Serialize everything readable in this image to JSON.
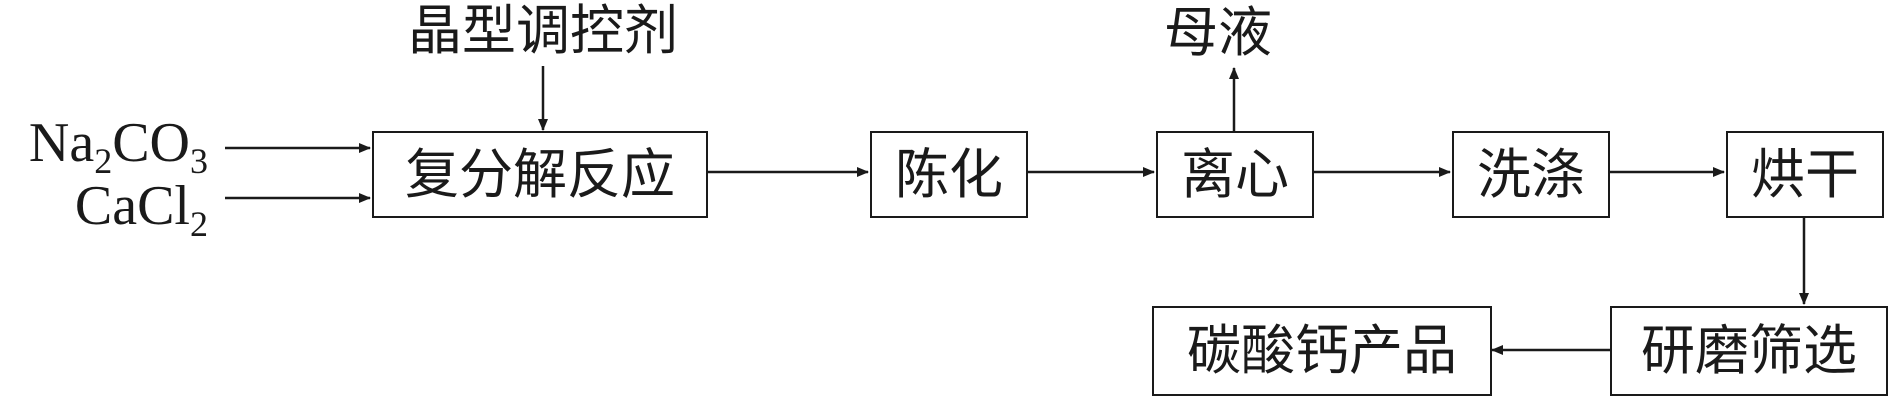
{
  "diagram": {
    "reagents": [
      {
        "base": "Na",
        "sub1": "2",
        "mid": "CO",
        "sub2": "3"
      },
      {
        "base": "CaCl",
        "sub1": "2"
      }
    ],
    "additive": "晶型调控剂",
    "byproduct": "母液",
    "steps": [
      "复分解反应",
      "陈化",
      "离心",
      "洗涤",
      "烘干",
      "研磨筛选",
      "碳酸钙产品"
    ]
  }
}
